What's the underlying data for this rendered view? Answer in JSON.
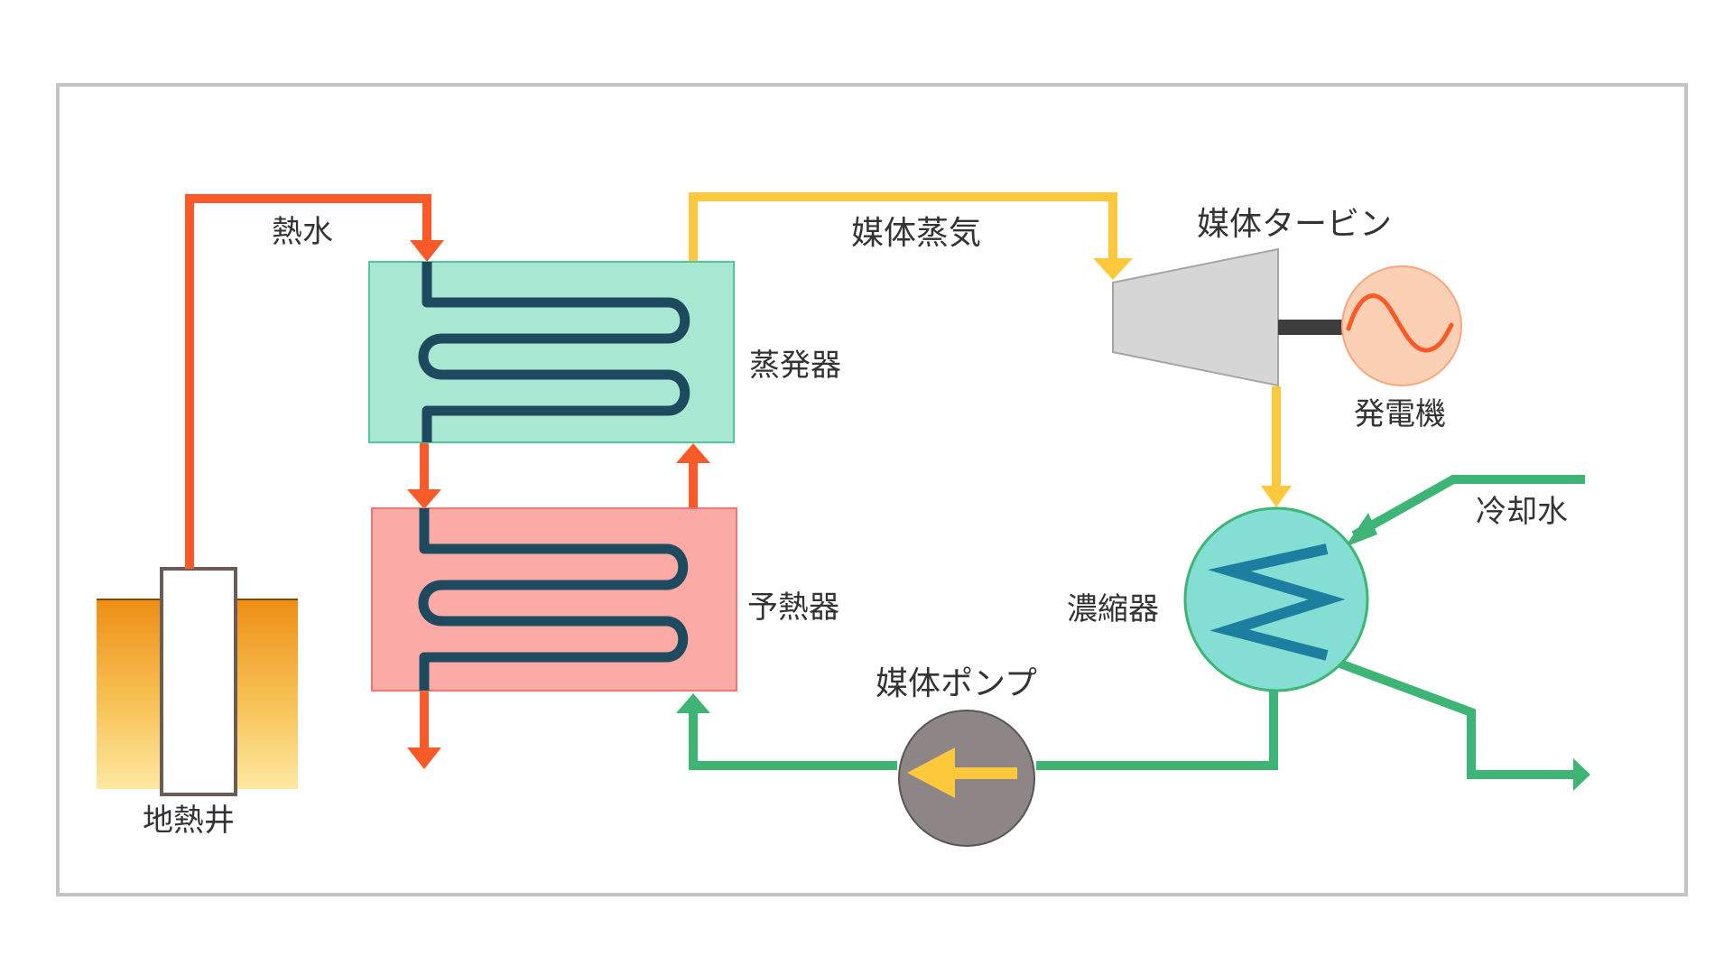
{
  "labels": {
    "hot_water": "熱水",
    "geothermal_well": "地熱井",
    "evaporator": "蒸発器",
    "preheater": "予熱器",
    "medium_vapor": "媒体蒸気",
    "medium_turbine": "媒体タービン",
    "generator": "発電機",
    "condenser": "濃縮器",
    "cooling_water": "冷却水",
    "medium_pump": "媒体ポンプ"
  },
  "colors": {
    "hot_water_line": "#f95a28",
    "vapor_line": "#fdc83c",
    "cooling_line": "#3fb575",
    "evaporator_fill": "#a8e8d2",
    "preheater_fill": "#fbaaa6",
    "coil": "#1d4a5e",
    "turbine": "#d6d6d6",
    "generator_fill": "#fcd0b4",
    "generator_wave": "#f95a28",
    "condenser_fill": "#84ded4",
    "condenser_coil": "#1c7fa0",
    "pump_fill": "#8e8686",
    "well_top": "#ee8e14",
    "well_bottom": "#fde8a0",
    "frame": "#c4c4c4"
  },
  "icons": {
    "generator": "sine-wave-icon",
    "pump": "left-arrow-icon"
  }
}
